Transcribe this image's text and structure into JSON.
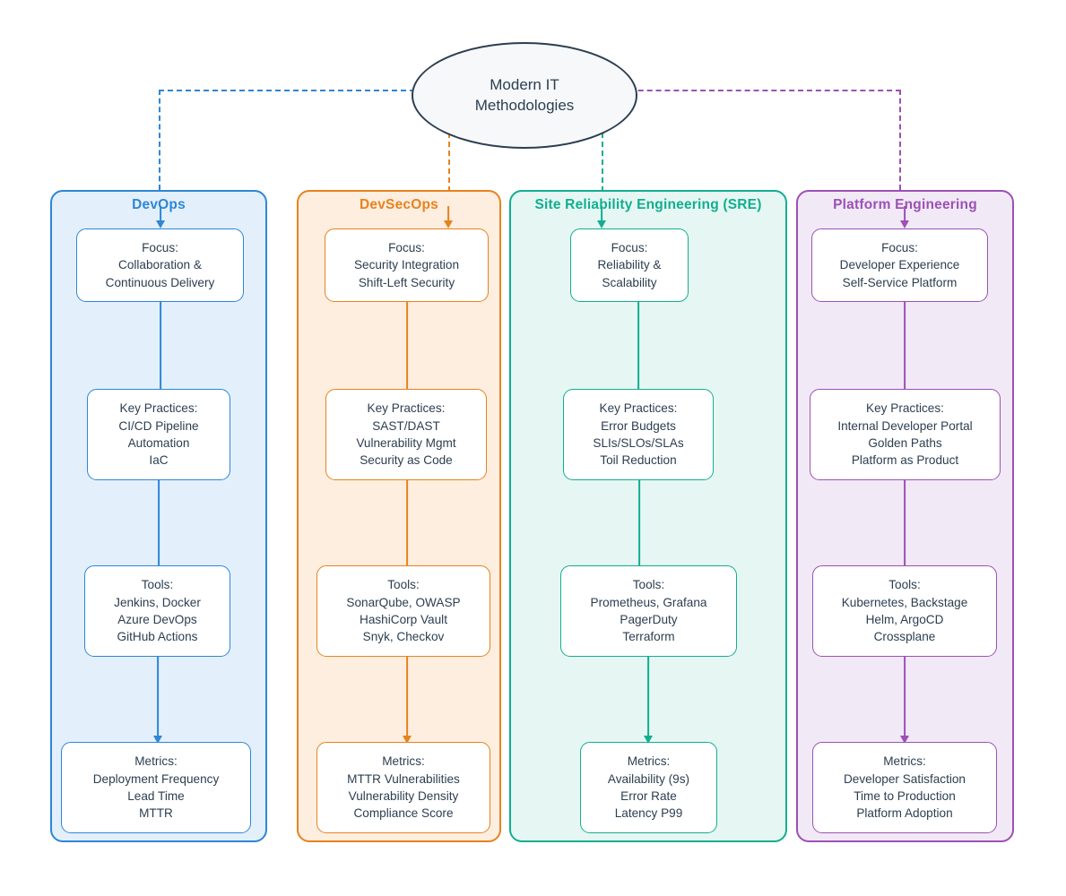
{
  "diagram": {
    "root": {
      "label": "Modern IT\nMethodologies",
      "shape": "ellipse",
      "border_color": "#2c3e50",
      "fill_color": "#f6f8fa",
      "text_color": "#2c3e50"
    },
    "columns": [
      {
        "id": "devops",
        "title": "DevOps",
        "accent": "#2e86d6",
        "panel_fill": "#e3f0fb",
        "nodes": [
          {
            "name": "focus",
            "text": "Focus:\nCollaboration &\nContinuous Delivery"
          },
          {
            "name": "practices",
            "text": "Key Practices:\nCI/CD Pipeline\nAutomation\nIaC"
          },
          {
            "name": "tools",
            "text": "Tools:\nJenkins, Docker\nAzure DevOps\nGitHub Actions"
          },
          {
            "name": "metrics",
            "text": "Metrics:\nDeployment Frequency\nLead Time\nMTTR"
          }
        ]
      },
      {
        "id": "devsecops",
        "title": "DevSecOps",
        "accent": "#e8821e",
        "panel_fill": "#fdeedf",
        "nodes": [
          {
            "name": "focus",
            "text": "Focus:\nSecurity Integration\nShift-Left Security"
          },
          {
            "name": "practices",
            "text": "Key Practices:\nSAST/DAST\nVulnerability Mgmt\nSecurity as Code"
          },
          {
            "name": "tools",
            "text": "Tools:\nSonarQube, OWASP\nHashiCorp Vault\nSnyk, Checkov"
          },
          {
            "name": "metrics",
            "text": "Metrics:\nMTTR Vulnerabilities\nVulnerability Density\nCompliance Score"
          }
        ]
      },
      {
        "id": "sre",
        "title": "Site Reliability Engineering (SRE)",
        "accent": "#11ae90",
        "panel_fill": "#e6f7f3",
        "nodes": [
          {
            "name": "focus",
            "text": "Focus:\nReliability &\nScalability"
          },
          {
            "name": "practices",
            "text": "Key Practices:\nError Budgets\nSLIs/SLOs/SLAs\nToil Reduction"
          },
          {
            "name": "tools",
            "text": "Tools:\nPrometheus, Grafana\nPagerDuty\nTerraform"
          },
          {
            "name": "metrics",
            "text": "Metrics:\nAvailability (9s)\nError Rate\nLatency P99"
          }
        ]
      },
      {
        "id": "platform",
        "title": "Platform Engineering",
        "accent": "#9b51b5",
        "panel_fill": "#f2e9f7",
        "nodes": [
          {
            "name": "focus",
            "text": "Focus:\nDeveloper Experience\nSelf-Service Platform"
          },
          {
            "name": "practices",
            "text": "Key Practices:\nInternal Developer Portal\nGolden Paths\nPlatform as Product"
          },
          {
            "name": "tools",
            "text": "Tools:\nKubernetes, Backstage\nHelm, ArgoCD\nCrossplane"
          },
          {
            "name": "metrics",
            "text": "Metrics:\nDeveloper Satisfaction\nTime to Production\nPlatform Adoption"
          }
        ]
      }
    ]
  }
}
